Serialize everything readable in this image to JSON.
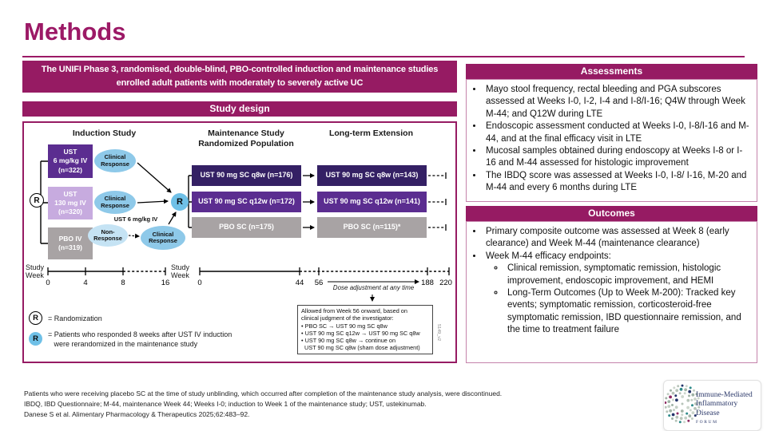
{
  "page": {
    "title": "Methods"
  },
  "banners": {
    "intro": "The UNIFI Phase 3, randomised, double-blind, PBO-controlled induction and maintenance studies\nenrolled adult patients with moderately to severely active UC",
    "study_design": "Study design"
  },
  "diagram": {
    "headers": {
      "induction": "Induction Study",
      "maintenance": "Maintenance Study\nRandomized Population",
      "lte": "Long-term Extension"
    },
    "induction_arms": [
      "UST\n6 mg/kg IV\n(n=322)",
      "UST\n130 mg IV\n(n=320)",
      "PBO IV\n(n=319)"
    ],
    "response": {
      "clinical_1": "Clinical\nResponse",
      "clinical_2": "Clinical\nResponse",
      "non_response": "Non-\nResponse",
      "clinical_3": "Clinical\nResponse",
      "crossover_note": "UST 6 mg/kg IV"
    },
    "randomization_symbol": "R",
    "rerandomization_symbol": "R",
    "maintenance_arms": [
      "UST 90 mg SC q8w (n=176)",
      "UST 90 mg SC q12w (n=172)",
      "PBO SC (n=175)"
    ],
    "lte_arms": [
      "UST 90 mg SC q8w (n=143)",
      "UST 90 mg SC q12w (n=141)",
      "PBO SC (n=115)*"
    ],
    "timeline": {
      "induction_axis_label": "Study\nWeek",
      "induction_ticks": [
        "0",
        "4",
        "8",
        "16"
      ],
      "maintenance_axis_label": "Study\nWeek",
      "maintenance_ticks": [
        "0",
        "44",
        "56",
        "188",
        "220"
      ]
    },
    "dose_adjustment": {
      "arrow_label": "Dose adjustment at any time",
      "box_text": "Allowed from Week 56 onward, based on\nclinical judgment of the investigator:\n• PBO SC → UST 90 mg SC q8w\n• UST 90 mg SC q12w → UST 90 mg SC q8w\n• UST 90 mg SC q8w → continue on\n  UST 90 mg SC q8w (sham dose adjustment)",
      "figure_code": "5149_v2"
    },
    "legend": {
      "r1_symbol": "R",
      "r1_text": "= Randomization",
      "r2_symbol": "R",
      "r2_text": "= Patients who responded 8 weeks after UST IV induction\n   were rerandomized in the maintenance study"
    }
  },
  "assessments": {
    "title": "Assessments",
    "bullets": [
      "Mayo stool frequency, rectal bleeding and PGA subscores assessed at Weeks I-0, I-2, I-4 and I-8/I-16; Q4W through Week M-44; and Q12W during LTE",
      "Endoscopic assessment conducted at Weeks I-0, I-8/I-16 and M-44, and at the final efficacy visit in LTE",
      "Mucosal samples obtained during endoscopy at Weeks I-8 or I-16 and M-44 assessed for histologic improvement",
      "The IBDQ score was assessed at Weeks I-0, I-8/ I-16, M-20 and M-44 and every 6 months during LTE"
    ]
  },
  "outcomes": {
    "title": "Outcomes",
    "bullet_1": "Primary composite outcome was assessed at Week 8 (early clearance) and Week M-44 (maintenance clearance)",
    "bullet_2_label": "Week M-44 efficacy endpoints:",
    "bullet_2_sub": [
      "Clinical remission, symptomatic remission, histologic improvement, endoscopic improvement, and HEMI",
      "Long-Term Outcomes (Up to Week M-200): Tracked key events; symptomatic remission, corticosteroid-free symptomatic remission, IBD questionnaire remission, and the time to treatment failure"
    ]
  },
  "footnotes": [
    "Patients who were receiving placebo SC at the time of study unblinding, which occurred after completion of the maintenance study analysis, were discontinued.",
    "IBDQ, IBD Questionnaire; M-44, maintenance Week 44; Weeks I-0; induction to Week 1 of the maintenance study; UST, ustekinumab.",
    "Danese S et al. Alimentary Pharmacology & Therapeutics 2025;62:483–92."
  ],
  "logo": {
    "line1": "Immune-Mediated",
    "line2": "Inflammatory Disease",
    "line3": "FORUM"
  },
  "colors": {
    "magenta": "#961b63",
    "purple_dark": "#342064",
    "purple_mid": "#5b2d90",
    "purple_light": "#c7abdf",
    "gray_arm": "#a8a3a4",
    "blue_ellipse": "#8ec9e9",
    "blue_pale": "#c5e3f4",
    "blue_r": "#6fc0e7"
  }
}
